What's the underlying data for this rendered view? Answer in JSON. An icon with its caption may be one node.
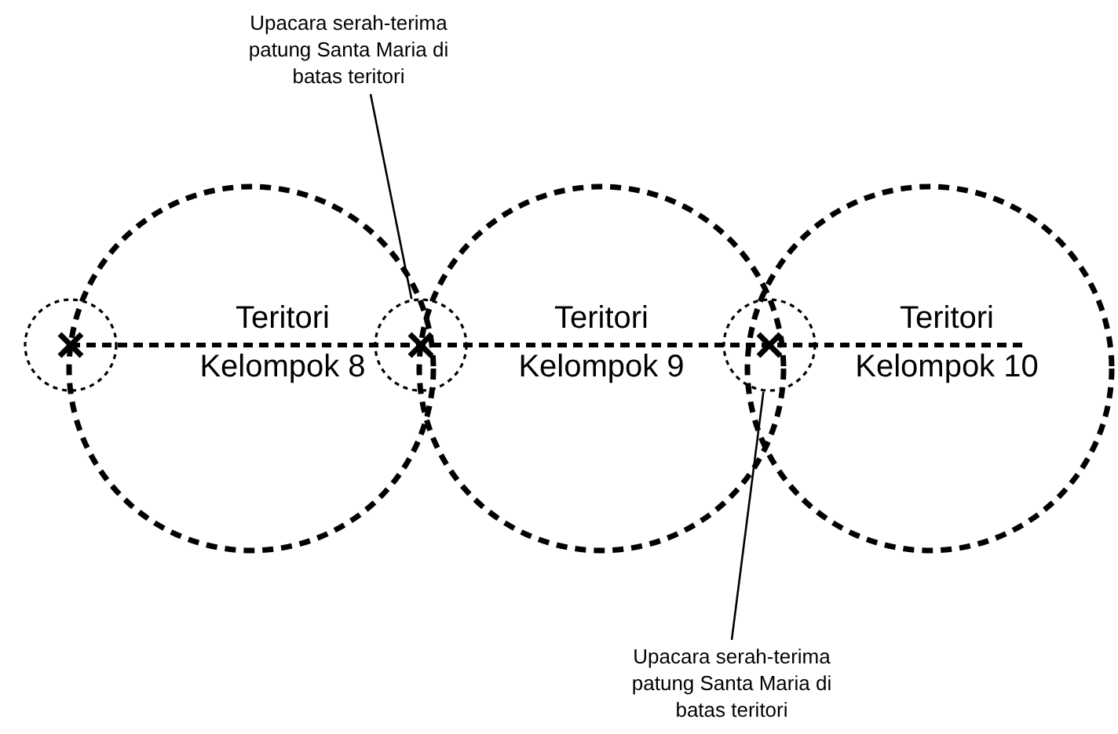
{
  "diagram": {
    "nodes": [
      {
        "text": [
          "Teritori Kelompok 8"
        ]
      },
      {
        "text": [
          "Teritori Kelompok 9"
        ]
      },
      {
        "text": [
          "Teritori Kelompok 10"
        ]
      },
      {
        "text": [],
        "shape": "circle"
      },
      {
        "text": [],
        "shape": "circle"
      },
      {
        "text": [],
        "shape": "circle"
      },
      {
        "text": [
          "Upacara serah-terima patung Santa Maria di batas teritori"
        ]
      },
      {
        "text": [
          "Upacara serah-terima patung Santa Maria di batas teritori"
        ]
      }
    ],
    "edges": [
      {
        "from": 6,
        "to": 4,
        "arrow": "none"
      },
      {
        "from": 7,
        "to": 5,
        "arrow": "none"
      }
    ]
  }
}
